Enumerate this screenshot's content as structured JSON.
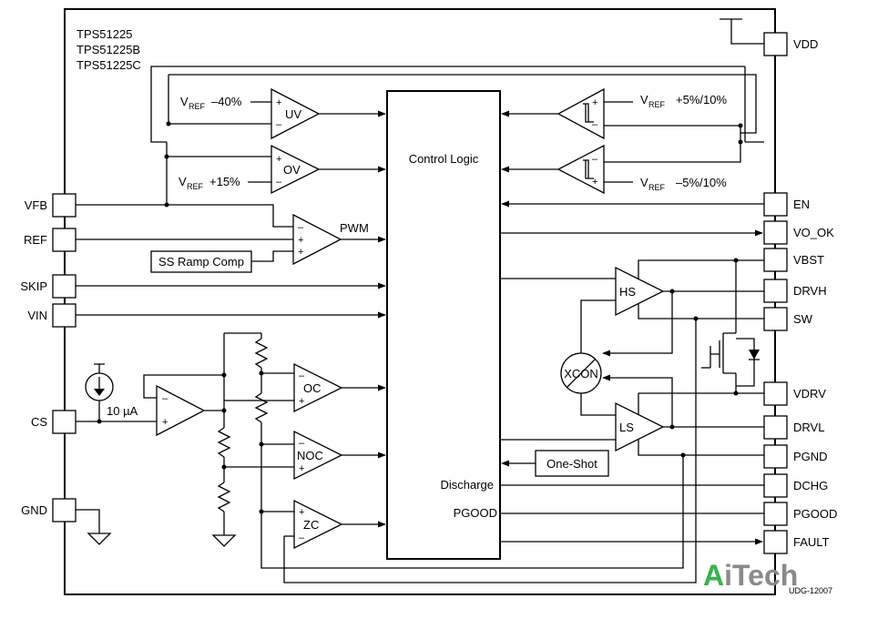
{
  "device_names": [
    "TPS51225",
    "TPS51225B",
    "TPS51225C"
  ],
  "pins_left": {
    "vfb": "VFB",
    "ref": "REF",
    "skip": "SKIP",
    "vin": "VIN",
    "cs": "CS",
    "gnd": "GND"
  },
  "pins_right": {
    "vdd": "VDD",
    "en": "EN",
    "vo_ok": "VO_OK",
    "vbst": "VBST",
    "drvh": "DRVH",
    "sw": "SW",
    "vdrv": "VDRV",
    "drvl": "DRVL",
    "pgnd": "PGND",
    "dchg": "DCHG",
    "pgood": "PGOOD",
    "fault": "FAULT"
  },
  "blocks": {
    "control_logic": "Control Logic",
    "ss_ramp": "SS Ramp Comp",
    "one_shot": "One-Shot",
    "xcon": "XCON"
  },
  "amps": {
    "uv": "UV",
    "ov": "OV",
    "pwm": "PWM",
    "oc": "OC",
    "noc": "NOC",
    "zc": "ZC",
    "hs": "HS",
    "ls": "LS"
  },
  "thresholds": {
    "vref": "V",
    "ref_sub": "REF",
    "uv": "–40%",
    "ov": "+15%",
    "pg_hi": "+5%/10%",
    "pg_lo": "–5%/10%"
  },
  "labels": {
    "current_source": "10 µA",
    "discharge": "Discharge",
    "pgood": "PGOOD",
    "plus": "+",
    "minus": "–"
  },
  "watermark": "AiTech",
  "doc_code": "UDG-12007",
  "colors": {
    "watermark_a": "#33b54a",
    "watermark_rest": "#8a8a8a",
    "line": "#000000"
  }
}
